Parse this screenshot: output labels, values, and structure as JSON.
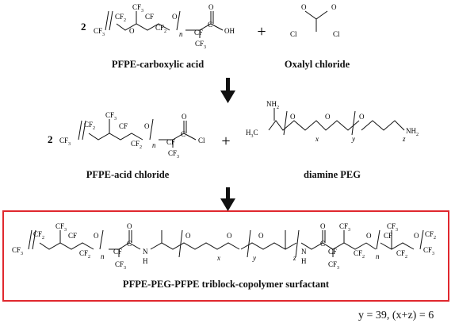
{
  "labels": {
    "pfpe_acid": "PFPE-carboxylic acid",
    "oxalyl": "Oxalyl chloride",
    "acid_chloride": "PFPE-acid chloride",
    "diamine": "diamine PEG",
    "product": "PFPE-PEG-PFPE triblock-copolymer surfactant"
  },
  "conditions": "y = 39, (x+z) = 6",
  "coefficients": {
    "row1": "2",
    "row2": "2"
  },
  "plus_sign": "+",
  "atoms": {
    "cf3": "CF",
    "sub3": "3",
    "cf2": "CF",
    "sub2": "2",
    "cf": "CF",
    "o": "O",
    "c": "C",
    "oh": "OH",
    "cl": "Cl",
    "h": "H",
    "n_atom": "N",
    "nh2": "NH",
    "h3c": "H",
    "h3c_c": "C",
    "idx_n": "n",
    "idx_x": "x",
    "idx_y": "y",
    "idx_z": "z"
  },
  "colors": {
    "highlight_box": "#e0282e",
    "ink": "#111111"
  }
}
